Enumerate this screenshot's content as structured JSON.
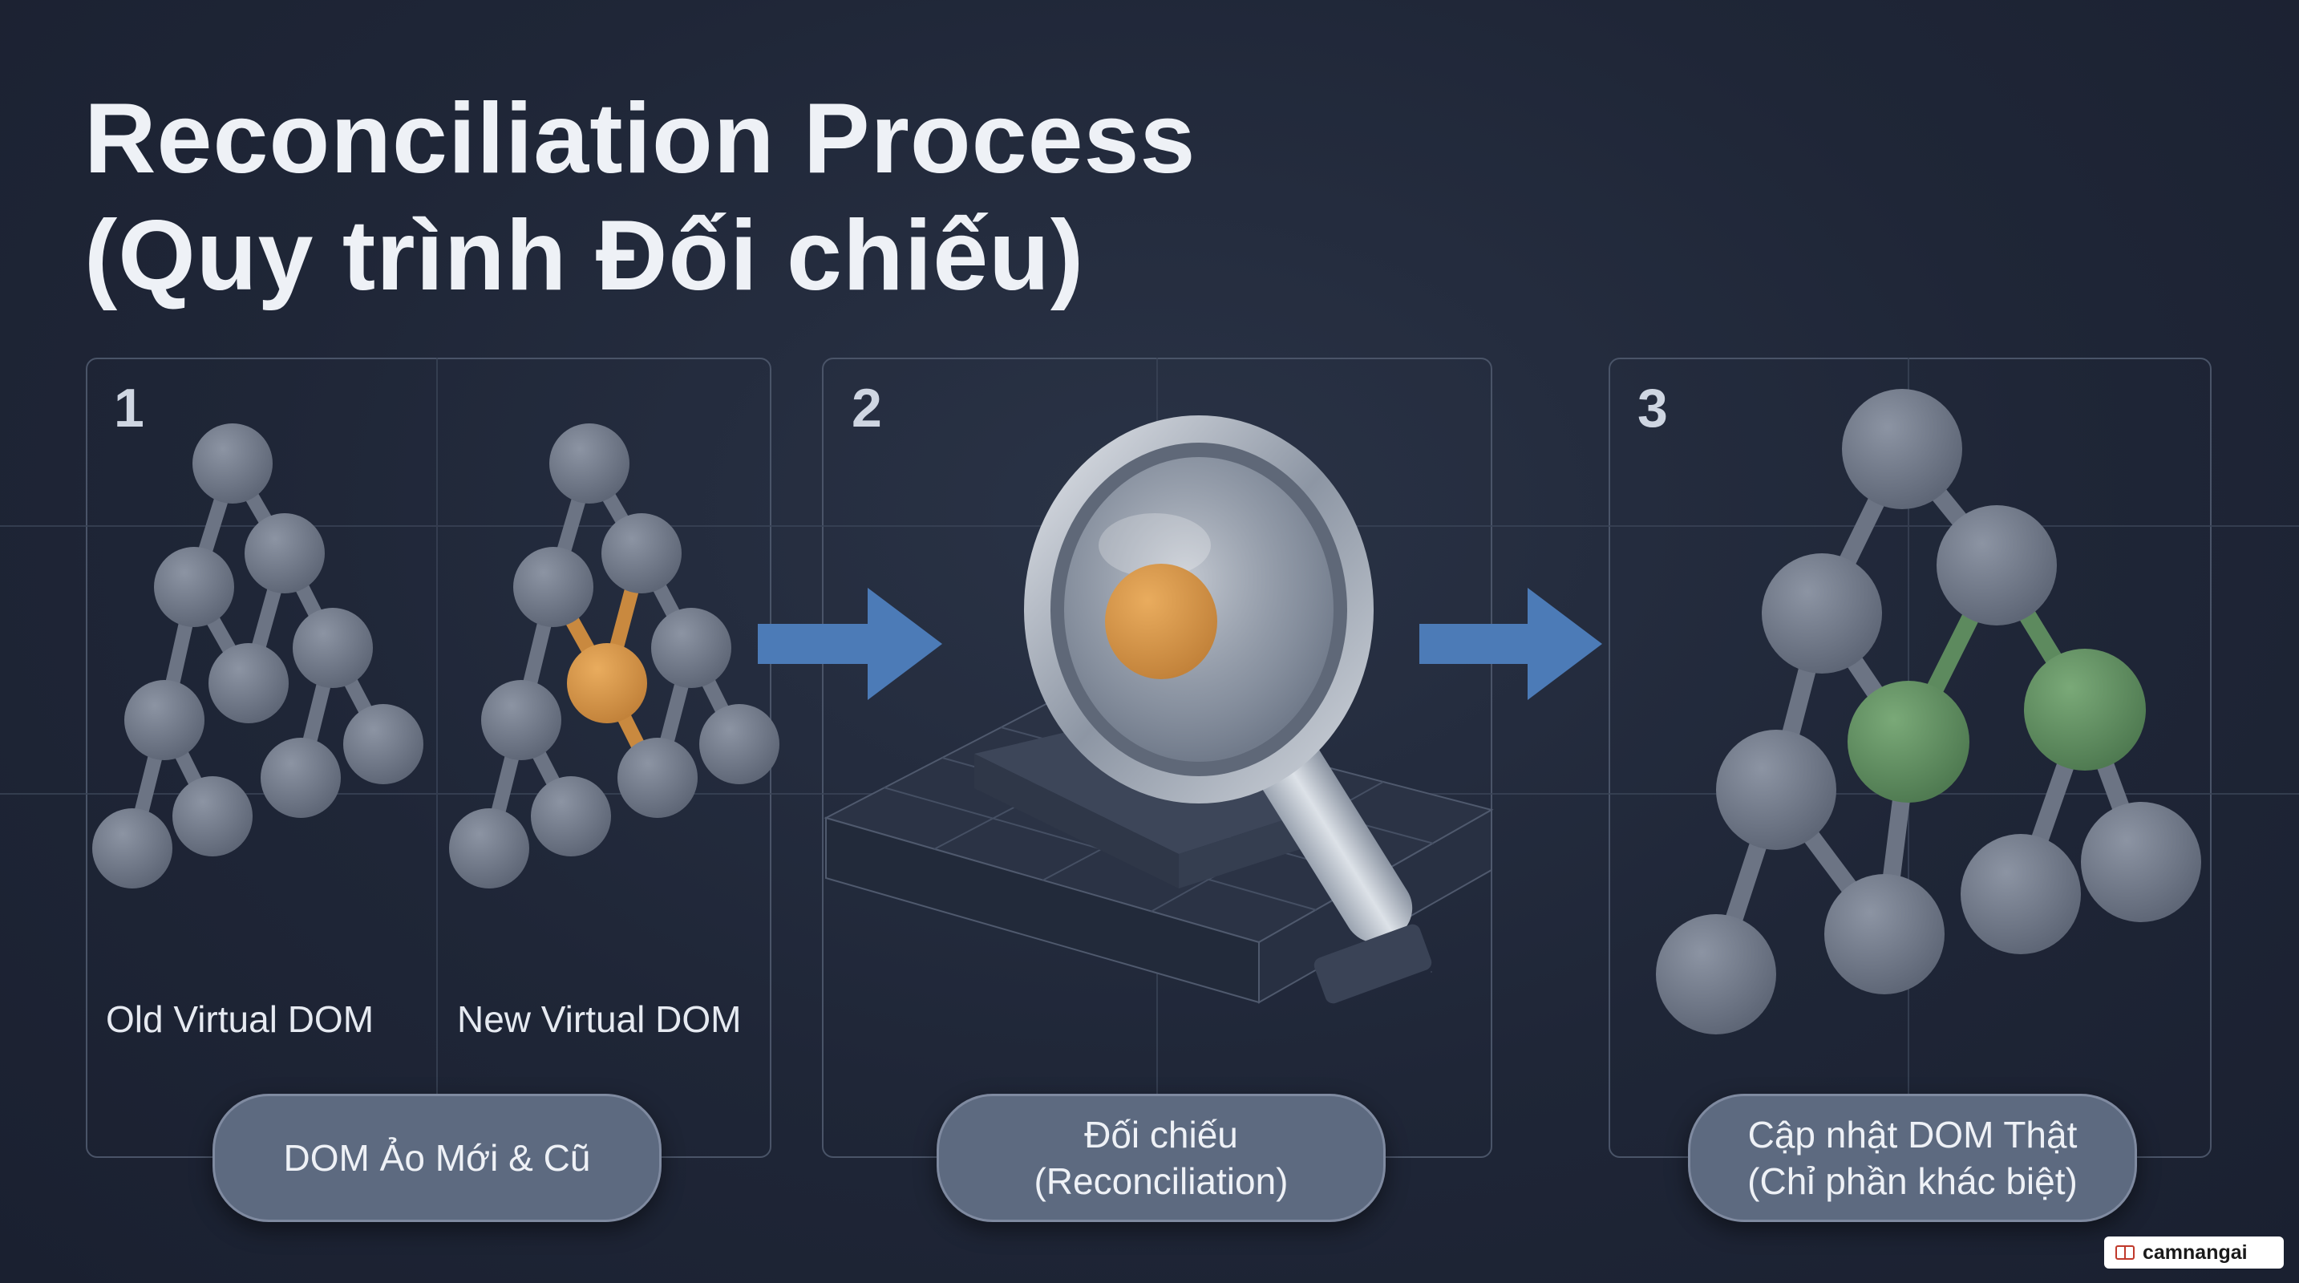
{
  "title": {
    "line1": "Reconciliation Process",
    "line2": "(Quy trình Đối chiếu)"
  },
  "panels": [
    {
      "number": "1",
      "sub_labels": [
        "Old Virtual DOM",
        "New Virtual DOM"
      ],
      "caption": [
        "DOM Ảo Mới & Cũ"
      ]
    },
    {
      "number": "2",
      "sub_labels": [],
      "caption": [
        "Đối chiếu",
        "(Reconciliation)"
      ]
    },
    {
      "number": "3",
      "sub_labels": [],
      "caption": [
        "Cập nhật DOM Thật",
        "(Chỉ phần khác biệt)"
      ]
    }
  ],
  "colors": {
    "node": "#6f7787",
    "changed_node": "#d3954a",
    "updated_node": "#5d8a5e",
    "arrow": "#4c7bb7"
  },
  "watermark": "camnangai"
}
